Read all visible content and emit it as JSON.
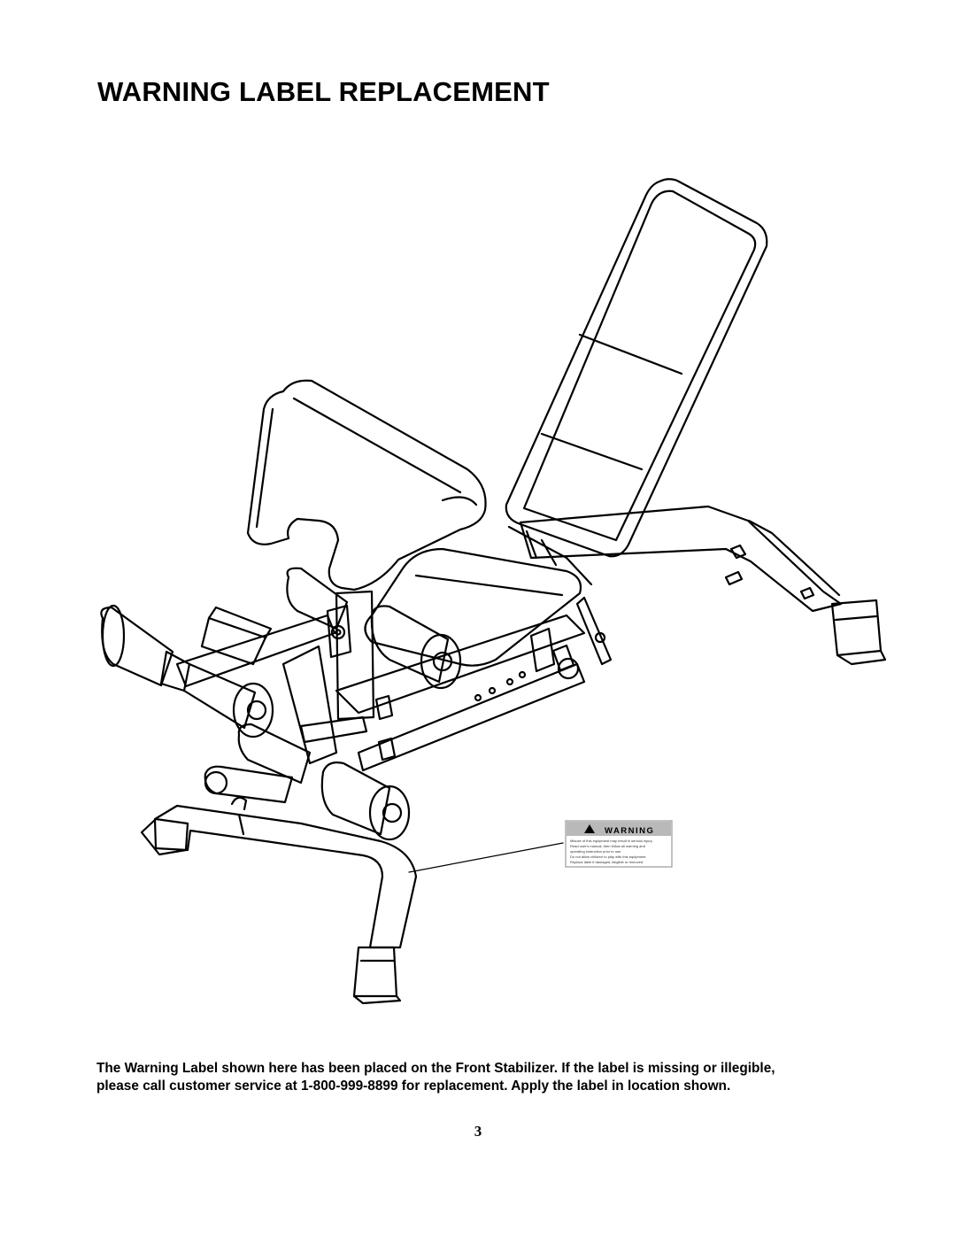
{
  "page": {
    "title": "WARNING LABEL REPLACEMENT",
    "caption_line1": "The Warning Label shown here has been placed on the Front Stabilizer. If the label is missing or illegible,",
    "caption_line2": "please call customer service at 1-800-999-8899 for replacement. Apply the label in location shown.",
    "page_number": "3"
  },
  "warning_label": {
    "heading": "WARNING",
    "icon": "warning-triangle-icon",
    "lines": [
      "Misuse of this equipment may result in serious injury.",
      "Read user's manual, then follow all warning and",
      "operating instruction prior to use.",
      "Do not allow children to play with this equipment.",
      "Replace label if damaged, illegible or removed."
    ]
  }
}
